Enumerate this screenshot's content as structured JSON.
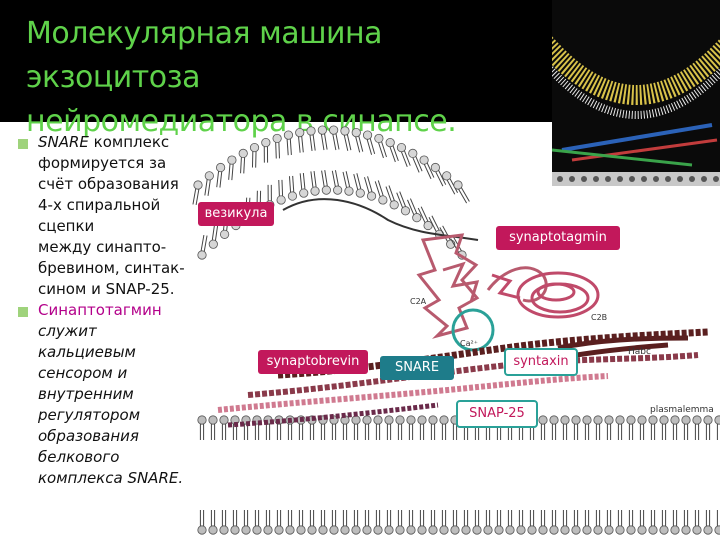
{
  "title": {
    "line1": "Молекулярная машина экзоцитоза",
    "line2": "нейромедиатора в синапсе."
  },
  "bullet1": {
    "head_italic": "SNARE",
    "head_rest": " комплекс",
    "lines": [
      "формируется за",
      "счёт образования",
      "4-х спиральной",
      "сцепки",
      "между синапто-",
      "бревином, синтак-",
      "сином и SNAP-25."
    ]
  },
  "bullet2": {
    "head": "Синаптотагмин",
    "lines": [
      "служит",
      "кальциевым",
      "сенсором и",
      "внутренним",
      "регулятором",
      "образования",
      "белкового",
      "комплекса SNARE."
    ]
  },
  "labels": {
    "vesicle": "везикула",
    "synaptotagmin": "synaptotagmin",
    "synaptobrevin": "synaptobrevin",
    "snare": "SNARE",
    "syntaxin": "syntaxin",
    "snap25": "SNAP-25"
  },
  "diagram_text": {
    "c2a": "C2A",
    "c2b": "C2B",
    "ca": "Ca²⁺",
    "habc": "Habc",
    "plasmalemma": "plasmalemma"
  },
  "colors": {
    "title": "#5fd24a",
    "header_bg": "#000000",
    "accent_pink": "#c2185b",
    "accent_teal": "#1e7c8a",
    "bullet_marker": "#9fd37c"
  }
}
